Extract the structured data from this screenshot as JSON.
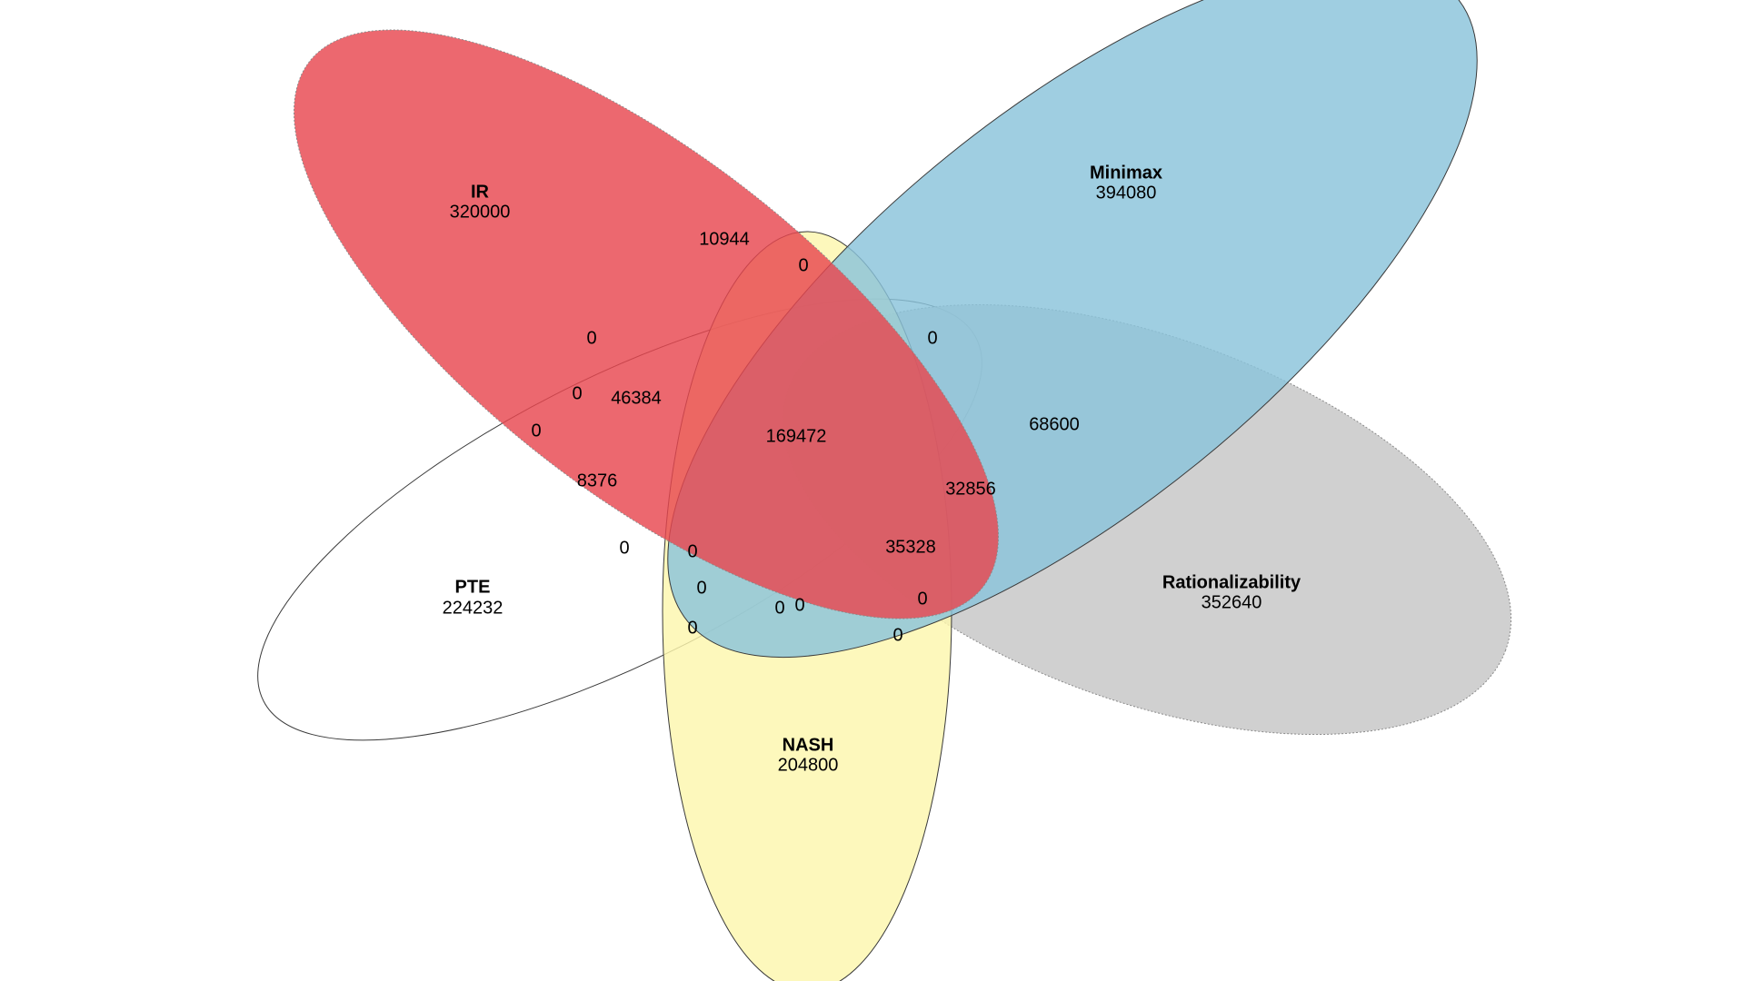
{
  "sets": [
    {
      "id": "ir",
      "name": "IR",
      "total": "320000",
      "color": "#e8474f",
      "outline": "dotted"
    },
    {
      "id": "minimax",
      "name": "Minimax",
      "total": "394080",
      "color": "#8ac3da",
      "outline": "solid"
    },
    {
      "id": "pte",
      "name": "PTE",
      "total": "224232",
      "color": "#ffffff",
      "outline": "solid"
    },
    {
      "id": "rationalizability",
      "name": "Rationalizability",
      "total": "352640",
      "color": "#c6c6c6",
      "outline": "dotted"
    },
    {
      "id": "nash",
      "name": "NASH",
      "total": "204800",
      "color": "#fdf7ad",
      "outline": "solid"
    }
  ],
  "regions": [
    {
      "id": "r1",
      "value": "10944"
    },
    {
      "id": "r2",
      "value": "0"
    },
    {
      "id": "r3",
      "value": "0"
    },
    {
      "id": "r4",
      "value": "0"
    },
    {
      "id": "r5",
      "value": "0"
    },
    {
      "id": "r6",
      "value": "46384"
    },
    {
      "id": "r7",
      "value": "169472"
    },
    {
      "id": "r8",
      "value": "68600"
    },
    {
      "id": "r9",
      "value": "0"
    },
    {
      "id": "r10",
      "value": "8376"
    },
    {
      "id": "r11",
      "value": "32856"
    },
    {
      "id": "r12",
      "value": "0"
    },
    {
      "id": "r13",
      "value": "0"
    },
    {
      "id": "r14",
      "value": "35328"
    },
    {
      "id": "r15",
      "value": "0"
    },
    {
      "id": "r16",
      "value": "0"
    },
    {
      "id": "r17",
      "value": "0"
    },
    {
      "id": "r18",
      "value": "0"
    },
    {
      "id": "r19",
      "value": "0"
    },
    {
      "id": "r20",
      "value": "0"
    }
  ]
}
